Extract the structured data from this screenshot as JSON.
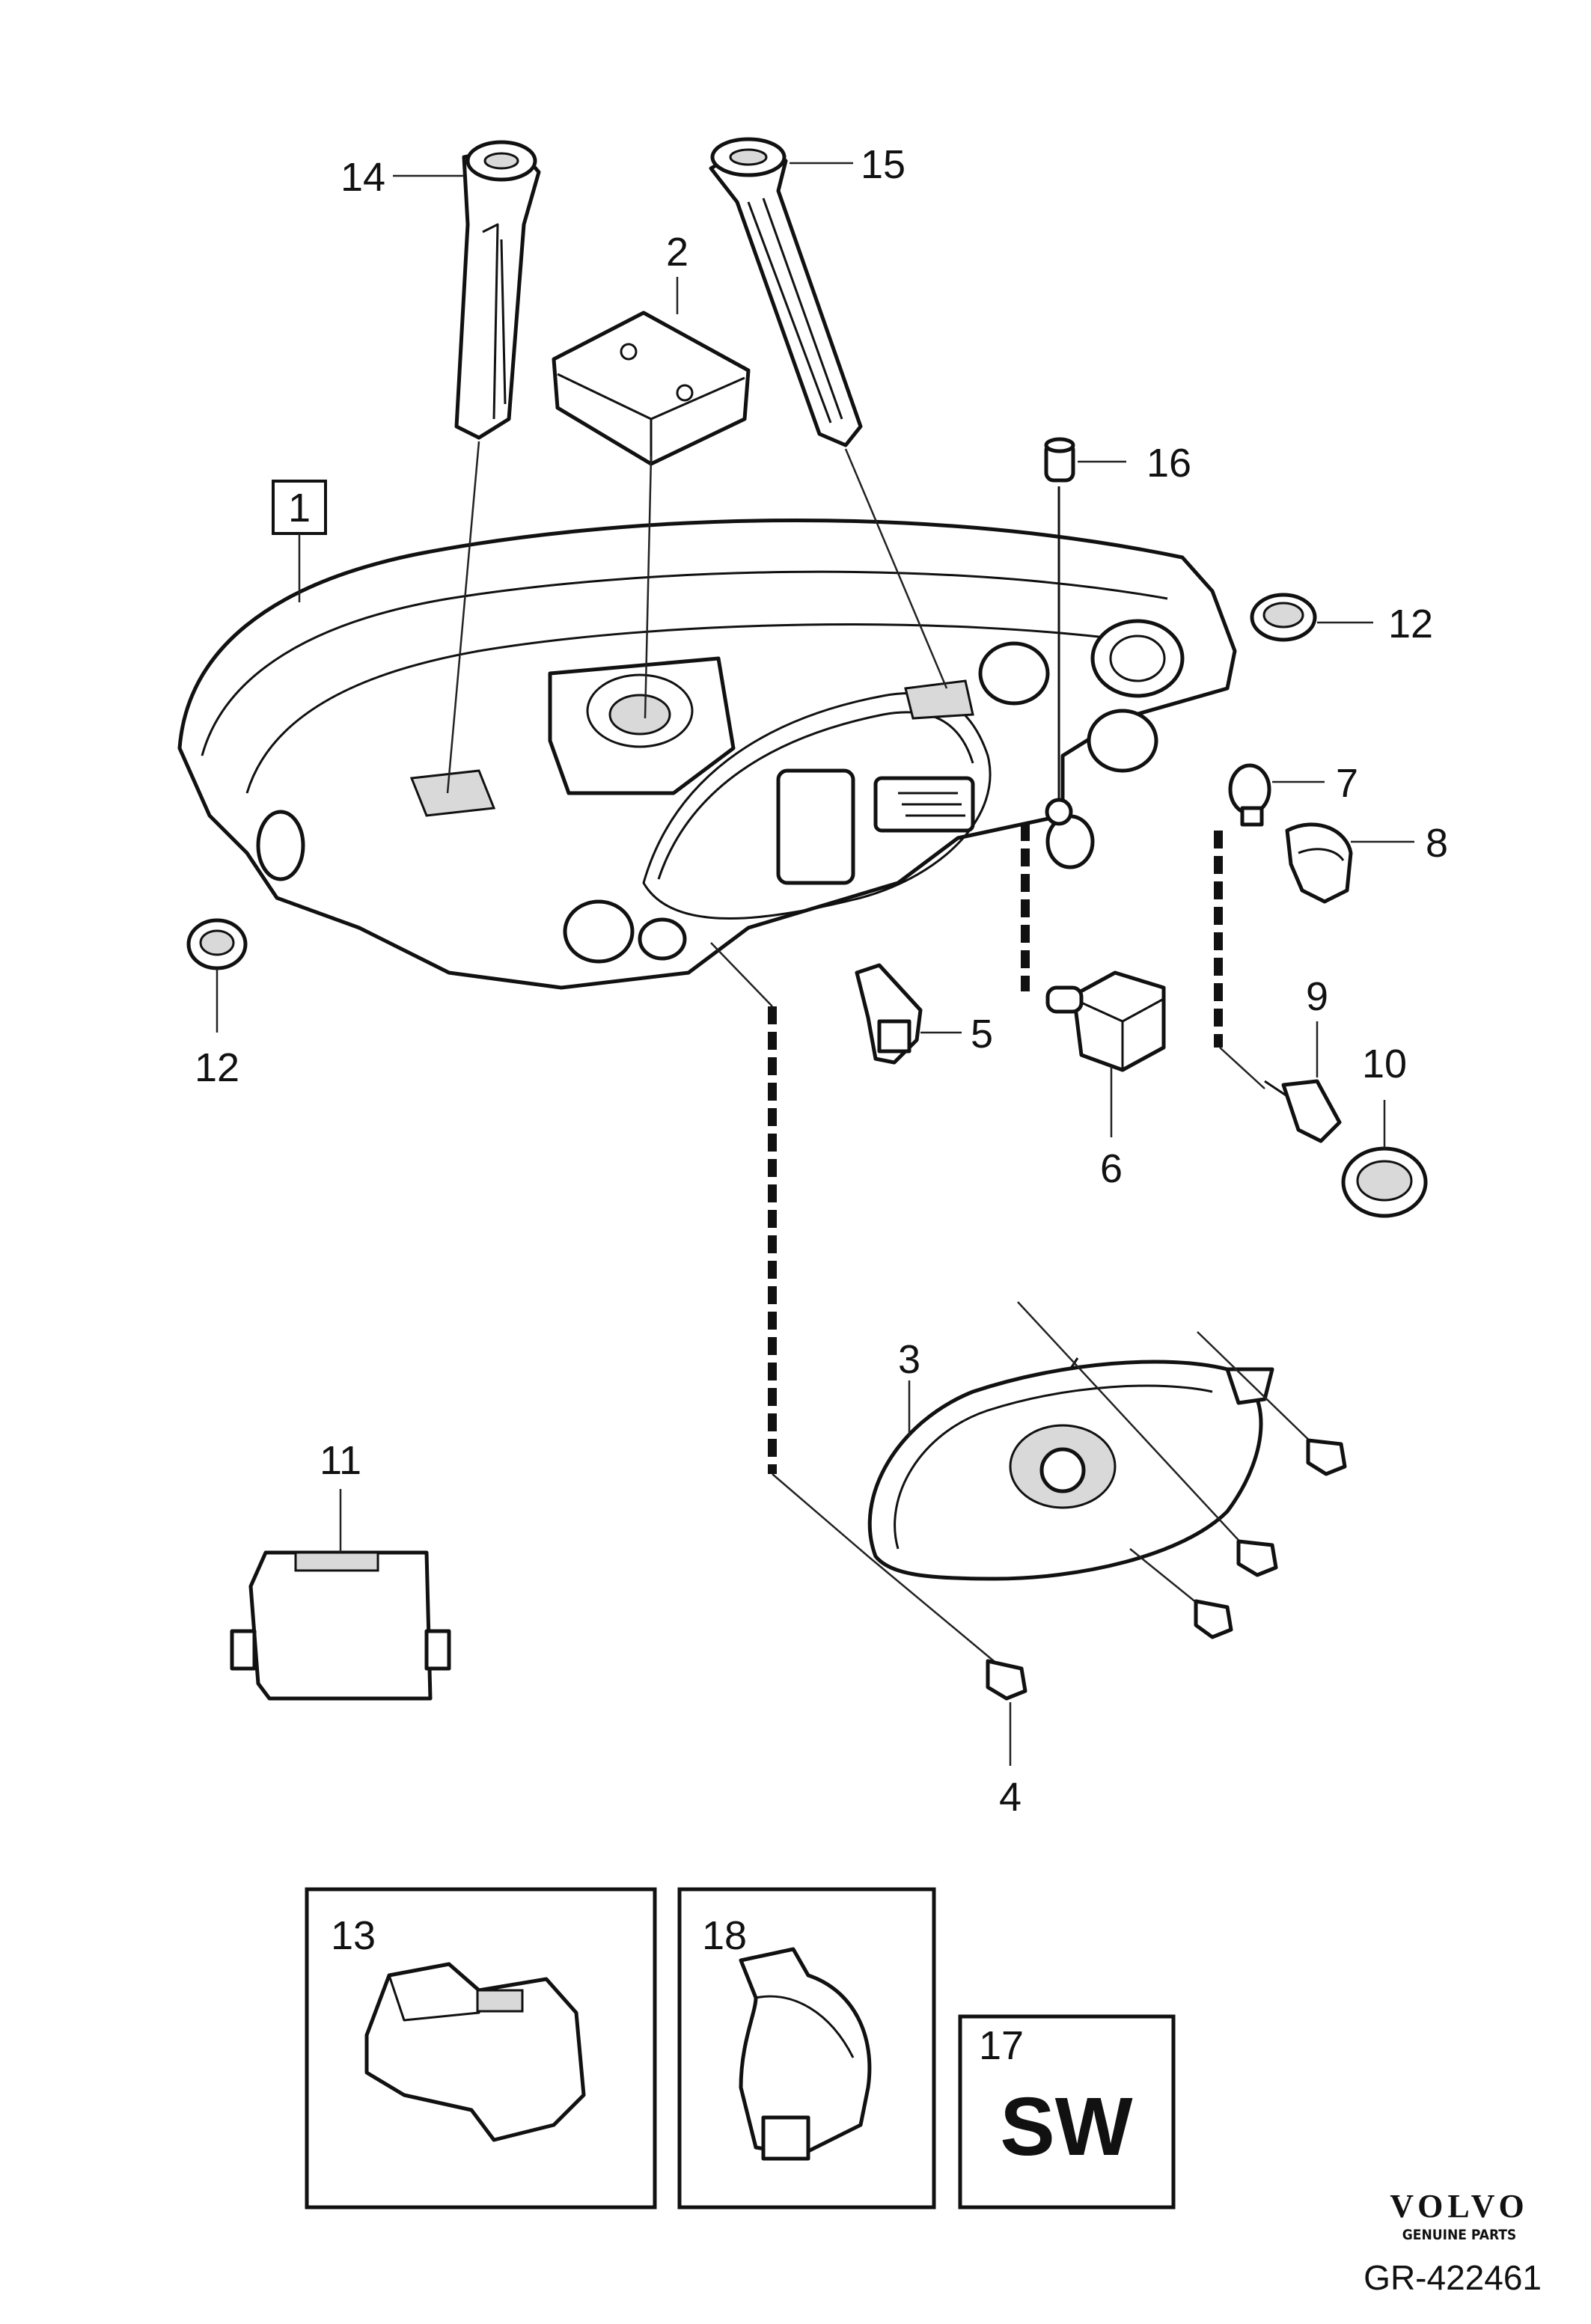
{
  "callouts": {
    "c1": "1",
    "c2": "2",
    "c3": "3",
    "c4": "4",
    "c5": "5",
    "c6": "6",
    "c7": "7",
    "c8": "8",
    "c9": "9",
    "c10": "10",
    "c11": "11",
    "c12a": "12",
    "c12b": "12",
    "c13": "13",
    "c14": "14",
    "c15": "15",
    "c16": "16",
    "c17": "17",
    "c18": "18"
  },
  "box17": {
    "code": "SW"
  },
  "logo": {
    "brand": "VOLVO",
    "tagline": "GENUINE PARTS"
  },
  "reference": "GR-422461"
}
